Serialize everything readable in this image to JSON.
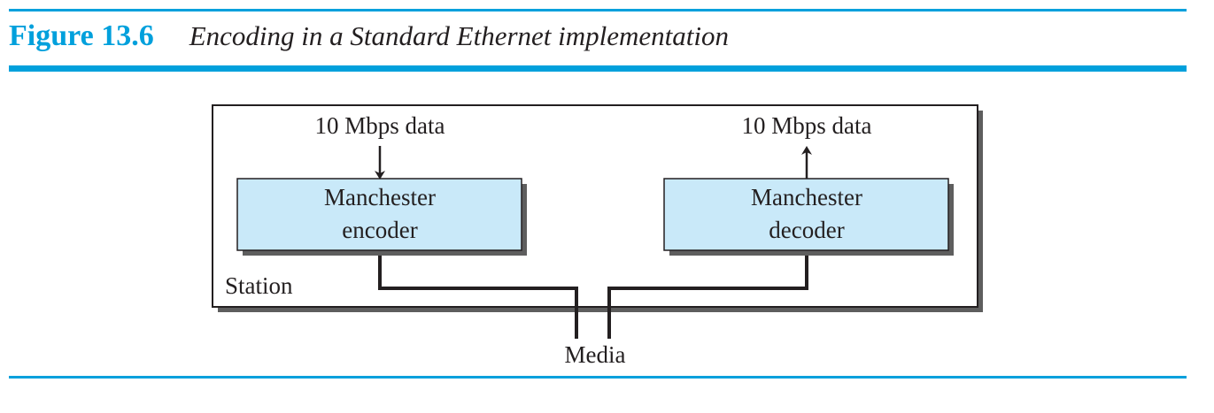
{
  "figure": {
    "label": "Figure 13.6",
    "title": "Encoding in a Standard Ethernet implementation"
  },
  "diagram": {
    "station_label": "Station",
    "media_label": "Media",
    "encoder": {
      "input_label": "10 Mbps data",
      "line1": "Manchester",
      "line2": "encoder"
    },
    "decoder": {
      "output_label": "10 Mbps data",
      "line1": "Manchester",
      "line2": "decoder"
    }
  },
  "colors": {
    "accent": "#00a0dc",
    "box_fill": "#c9e9f9",
    "shadow": "#5e5e5e",
    "ink": "#231f20"
  }
}
